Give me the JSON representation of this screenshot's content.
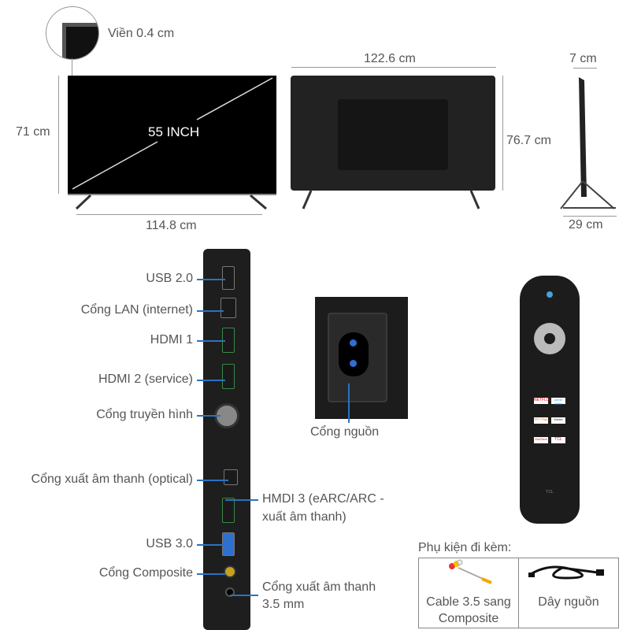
{
  "dimensions": {
    "bezel": "Viền 0.4 cm",
    "diagonal": "55 INCH",
    "front_height": "71 cm",
    "front_width": "114.8 cm",
    "back_width": "122.6 cm",
    "back_height": "76.7 cm",
    "depth_top": "7 cm",
    "depth_stand": "29 cm"
  },
  "ports": {
    "usb2": "USB 2.0",
    "lan": "Cổng LAN (internet)",
    "hdmi1": "HDMI 1",
    "hdmi2": "HDMI 2 (service)",
    "antenna": "Cổng truyền hình",
    "optical": "Cổng xuất âm thanh (optical)",
    "hdmi3_line1": "HMDI 3 (eARC/ARC -",
    "hdmi3_line2": "xuất âm thanh)",
    "usb3": "USB 3.0",
    "composite": "Cổng Composite",
    "audio35_line1": "Cổng xuất âm thanh",
    "audio35_line2": "3.5 mm",
    "power": "Cổng nguồn"
  },
  "accessories": {
    "title": "Phụ kiện đi kèm:",
    "items": [
      {
        "line1": "Cable 3.5 sang",
        "line2": "Composite"
      },
      {
        "line1": "Dây nguồn",
        "line2": ""
      }
    ]
  },
  "remote": {
    "brand": "TCL",
    "apps": [
      "NETFLIX",
      "prime video",
      "FPT Play",
      "Media",
      "YouTube",
      "TCL"
    ]
  },
  "colors": {
    "leader_line": "#2a72c0",
    "text": "#555555"
  }
}
